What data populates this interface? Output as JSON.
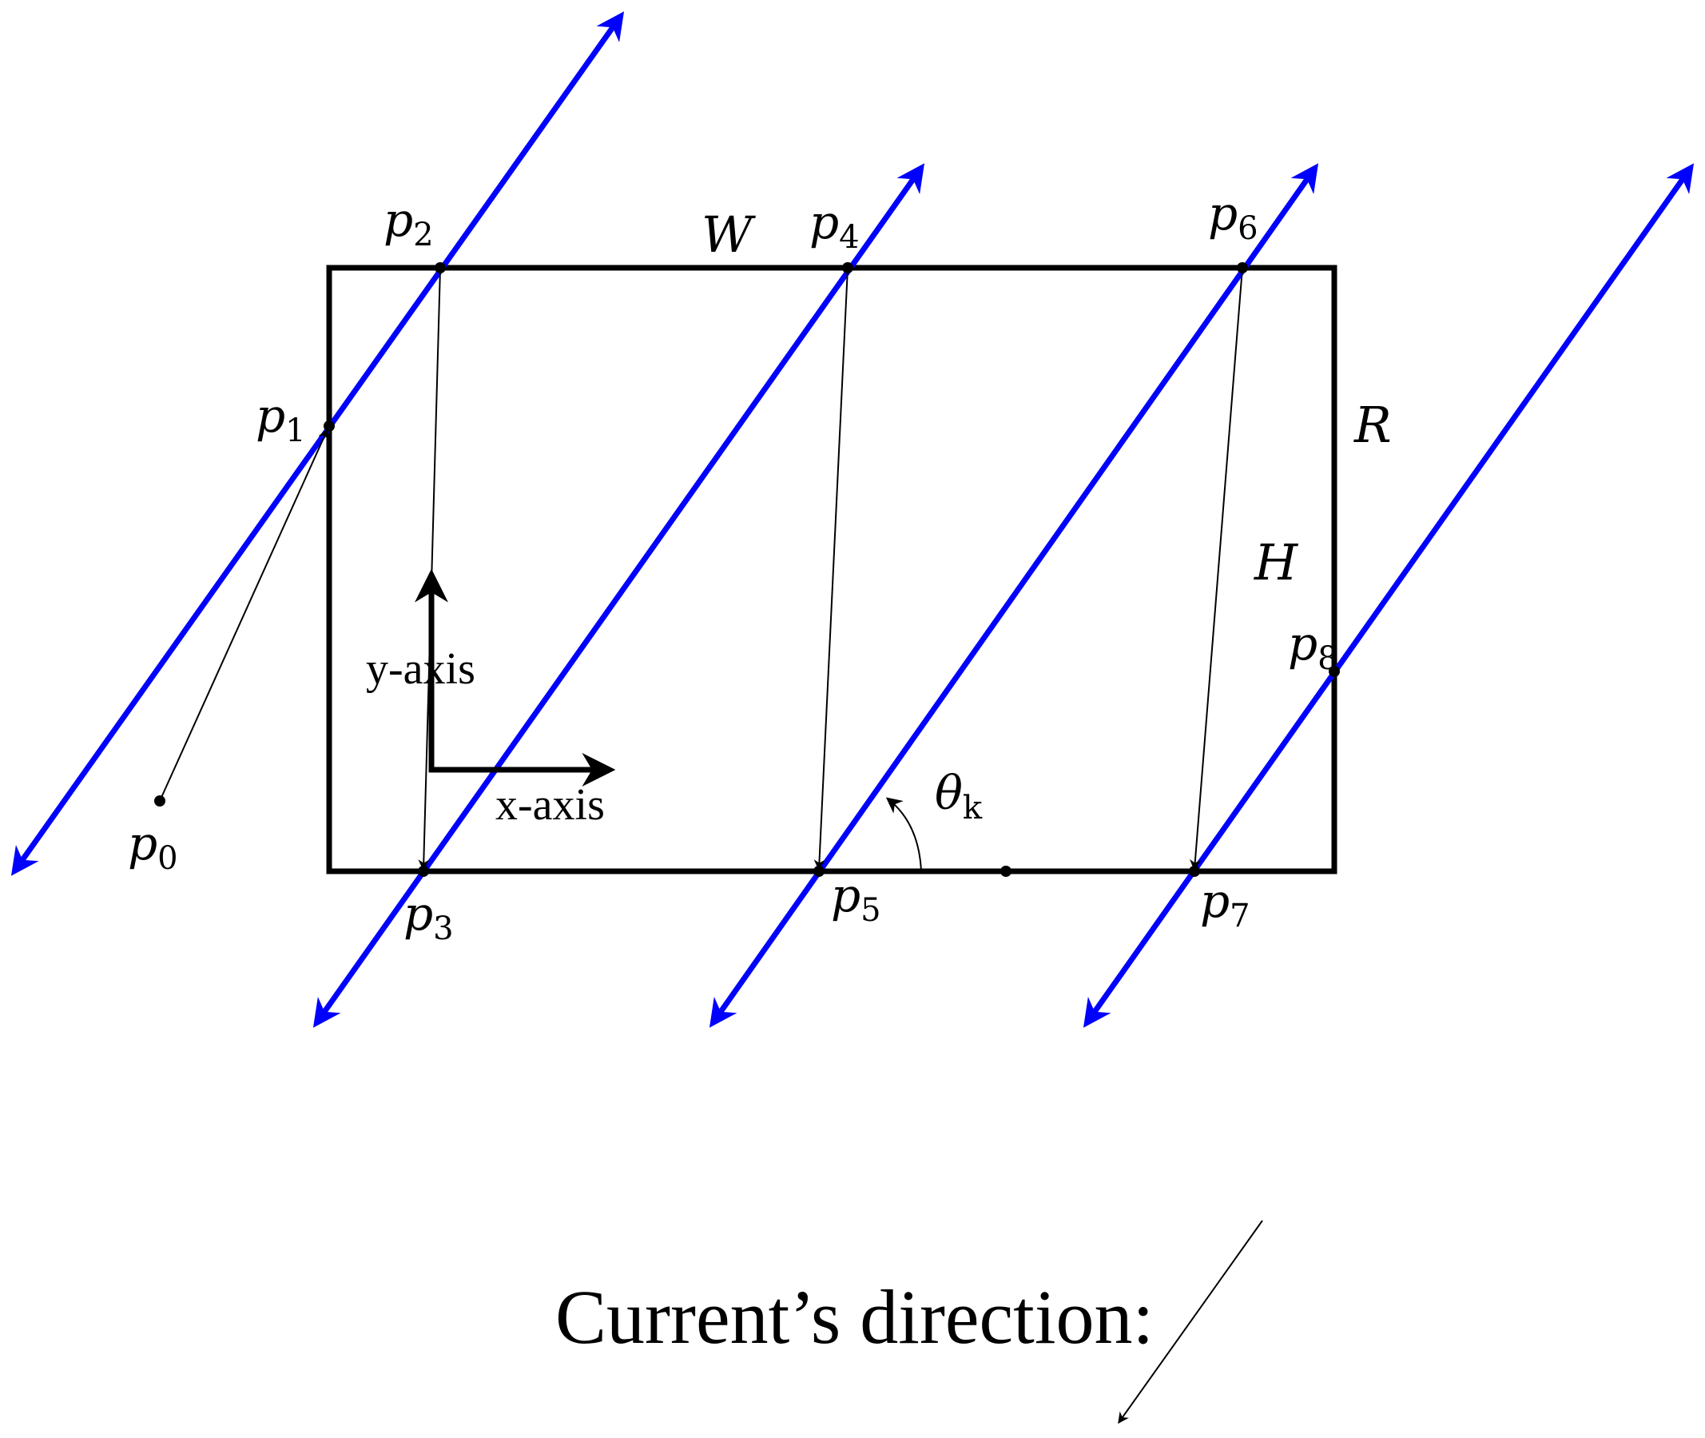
{
  "diagram": {
    "points": {
      "p0": {
        "base": "p",
        "sub": "0"
      },
      "p1": {
        "base": "p",
        "sub": "1"
      },
      "p2": {
        "base": "p",
        "sub": "2"
      },
      "p3": {
        "base": "p",
        "sub": "3"
      },
      "p4": {
        "base": "p",
        "sub": "4"
      },
      "p5": {
        "base": "p",
        "sub": "5"
      },
      "p6": {
        "base": "p",
        "sub": "6"
      },
      "p7": {
        "base": "p",
        "sub": "7"
      },
      "p8": {
        "base": "p",
        "sub": "8"
      }
    },
    "rect_labels": {
      "width": "W",
      "height": "H",
      "region": "R"
    },
    "angle": {
      "base": "θ",
      "sub": "k"
    },
    "axes": {
      "x": "x-axis",
      "y": "y-axis"
    },
    "caption": "Current’s direction:",
    "colors": {
      "track": "#0000ff",
      "boundary": "#000000",
      "path": "#000000"
    }
  }
}
